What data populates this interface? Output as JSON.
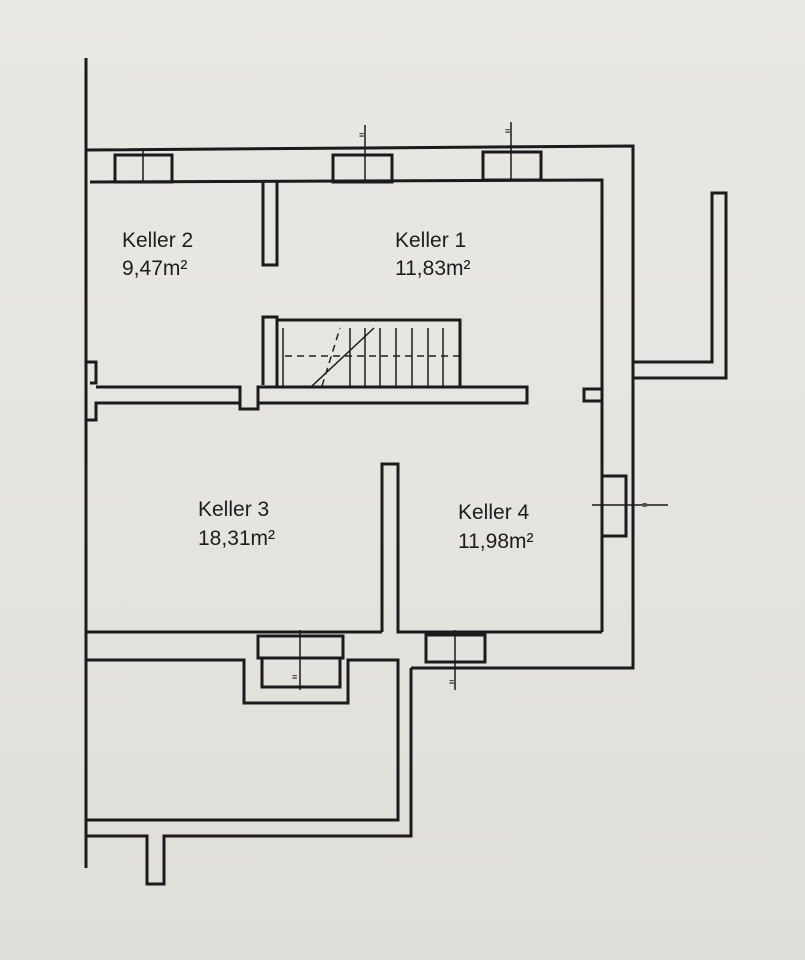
{
  "rooms": [
    {
      "name": "Keller 2",
      "area": "9,47m²"
    },
    {
      "name": "Keller 1",
      "area": "11,83m²"
    },
    {
      "name": "Keller 3",
      "area": "18,31m²"
    },
    {
      "name": "Keller 4",
      "area": "11,98m²"
    }
  ],
  "colors": {
    "paper": "#e6e5e1",
    "ink": "#1b1b1b"
  }
}
